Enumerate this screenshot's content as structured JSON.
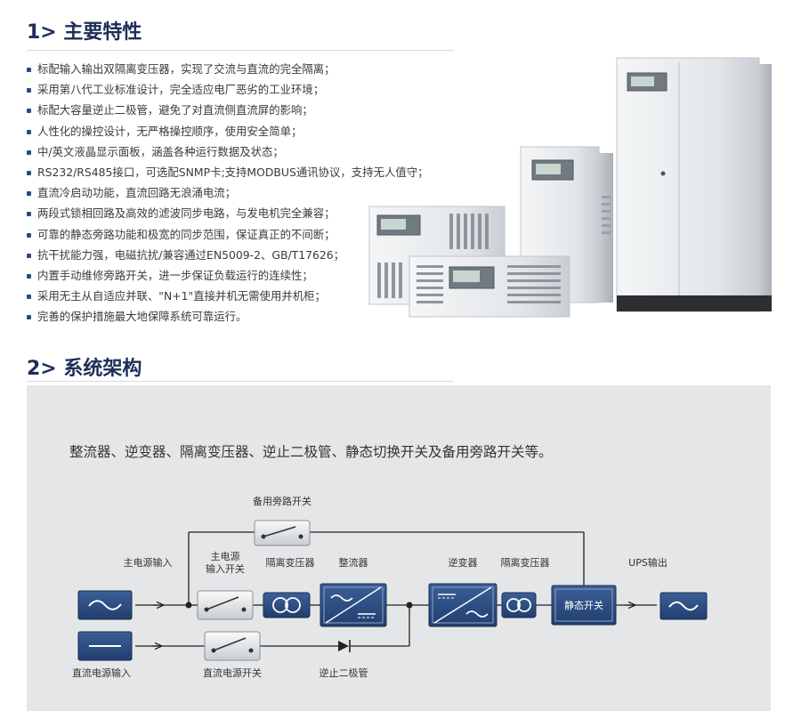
{
  "section1": {
    "title": "1> 主要特性",
    "features": [
      "标配输入输出双隔离变压器，实现了交流与直流的完全隔离；",
      "采用第八代工业标准设计，完全适应电厂恶劣的工业环境；",
      "标配大容量逆止二极管，避免了对直流侧直流屏的影响；",
      "人性化的操控设计，无严格操控顺序，使用安全简单；",
      "中/英文液晶显示面板，涵盖各种运行数据及状态；",
      "RS232/RS485接口，可选配SNMP卡;支持MODBUS通讯协议，支持无人值守；",
      "直流冷启动功能，直流回路无浪涌电流；",
      "两段式锁相回路及高效的滤波同步电路，与发电机完全兼容；",
      "可靠的静态旁路功能和极宽的同步范围，保证真正的不间断；",
      "抗干扰能力强，电磁抗扰/兼容通过EN5009-2、GB/T17626；",
      "内置手动维修旁路开关，进一步保证负载运行的连续性；",
      "采用无主从自适应并联、\"N+1\"直接并机无需使用并机柜；",
      "完善的保护措施最大地保障系统可靠运行。"
    ]
  },
  "section2": {
    "title": "2> 系统架构",
    "description": "整流器、逆变器、隔离变压器、逆止二极管、静态切换开关及备用旁路开关等。",
    "diagram": {
      "bypass_switch": "备用旁路开关",
      "main_input": "主电源输入",
      "main_switch_line1": "主电源",
      "main_switch_line2": "输入开关",
      "isolation_transformer_1": "隔离变压器",
      "rectifier": "整流器",
      "inverter": "逆变器",
      "isolation_transformer_2": "隔离变压器",
      "ups_output": "UPS输出",
      "static_switch": "静态开关",
      "dc_input": "直流电源输入",
      "dc_switch": "直流电源开关",
      "diode": "逆止二极管"
    }
  },
  "colors": {
    "heading": "#1c2f57",
    "box_fill": "#2b4a7e",
    "panel_bg": "#e4e6e8"
  }
}
